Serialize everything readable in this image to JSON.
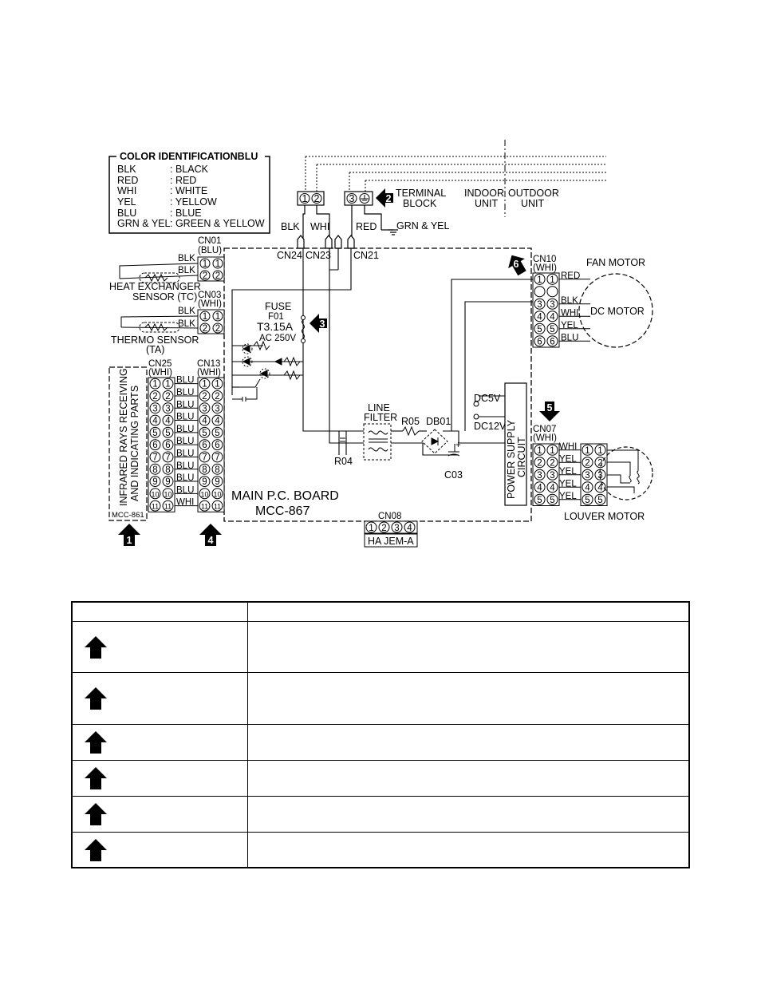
{
  "legend": {
    "title": "COLOR IDENTIFICATIONBLU",
    "items": [
      {
        "code": "BLK",
        "name": ": BLACK"
      },
      {
        "code": "RED",
        "name": ": RED"
      },
      {
        "code": "WHI",
        "name": ": WHITE"
      },
      {
        "code": "YEL",
        "name": ": YELLOW"
      },
      {
        "code": "BLU",
        "name": ": BLUE"
      },
      {
        "code": "GRN & YEL",
        "name": ": GREEN & YELLOW"
      }
    ]
  },
  "terminal": {
    "pins_a": [
      "1",
      "2"
    ],
    "pin_b": "3",
    "label_line1": "TERMINAL",
    "label_line2": "BLOCK",
    "ground": "GRN & YEL",
    "indoor_line1": "INDOOR",
    "indoor_line2": "UNIT",
    "outdoor_line1": "OUTDOOR",
    "outdoor_line2": "UNIT"
  },
  "wires_top": {
    "blk": "BLK",
    "whi": "WHI",
    "red": "RED"
  },
  "connectors": {
    "cn24": "CN24",
    "cn23": "CN23",
    "cn21": "CN21",
    "cn01": "CN01",
    "cn01_color": "(BLU)",
    "cn03": "CN03",
    "cn03_color": "(WHI)",
    "cn25": "CN25",
    "cn25_color": "(WHI)",
    "cn13": "CN13",
    "cn13_color": "(WHI)",
    "cn10": "CN10",
    "cn10_color": "(WHI)",
    "cn07": "CN07",
    "cn07_color": "(WHI)",
    "cn08": "CN08"
  },
  "sensors": {
    "tc_line1": "HEAT EXCHANGER",
    "tc_line2": "SENSOR (TC)",
    "ta_line1": "THERMO SENSOR",
    "ta_line2": "(TA)",
    "wire": "BLK"
  },
  "fuse": {
    "line1": "FUSE",
    "line2": "F01",
    "rating": "T3.15A",
    "voltage": "AC 250V"
  },
  "components": {
    "line_filter_1": "LINE",
    "line_filter_2": "FILTER",
    "r05": "R05",
    "db01": "DB01",
    "r04": "R04",
    "c03": "C03",
    "dc5v": "DC5V",
    "dc12v": "DC12V",
    "power_supply_1": "POWER SUPPLY",
    "power_supply_2": "CIRCUIT",
    "board_1": "MAIN P.C. BOARD",
    "board_2": "MCC-867"
  },
  "infrared": {
    "line1": "INFRARED RAYS RECEIVING",
    "line2": "AND INDICATING PARTS",
    "model": "MCC-861",
    "pins": [
      "1",
      "2",
      "3",
      "4",
      "5",
      "6",
      "7",
      "8",
      "9",
      "10",
      "11"
    ],
    "wire_labels": [
      "BLU",
      "BLU",
      "BLU",
      "BLU",
      "BLU",
      "BLU",
      "BLU",
      "BLU",
      "BLU",
      "BLU",
      "WHI"
    ]
  },
  "fan_motor": {
    "title": "FAN MOTOR",
    "inner": "DC MOTOR",
    "pins": [
      "1",
      "2",
      "3",
      "4",
      "5",
      "6"
    ],
    "wire_labels": [
      "RED",
      "",
      "BLK",
      "WHI",
      "YEL",
      "BLU"
    ]
  },
  "louver_motor": {
    "title": "LOUVER MOTOR",
    "pins": [
      "1",
      "2",
      "3",
      "4",
      "5"
    ],
    "wire_labels": [
      "WHI",
      "YEL",
      "YEL",
      "YEL",
      "YEL"
    ]
  },
  "ha_jem": {
    "pins": [
      "1",
      "2",
      "3",
      "4"
    ],
    "label": "HA JEM-A"
  },
  "markers": [
    "1",
    "2",
    "3",
    "4",
    "5",
    "6"
  ],
  "table": {
    "rows": [
      {
        "height": 64
      },
      {
        "height": 65
      },
      {
        "height": 45
      },
      {
        "height": 45
      },
      {
        "height": 45
      },
      {
        "height": 45
      }
    ]
  }
}
